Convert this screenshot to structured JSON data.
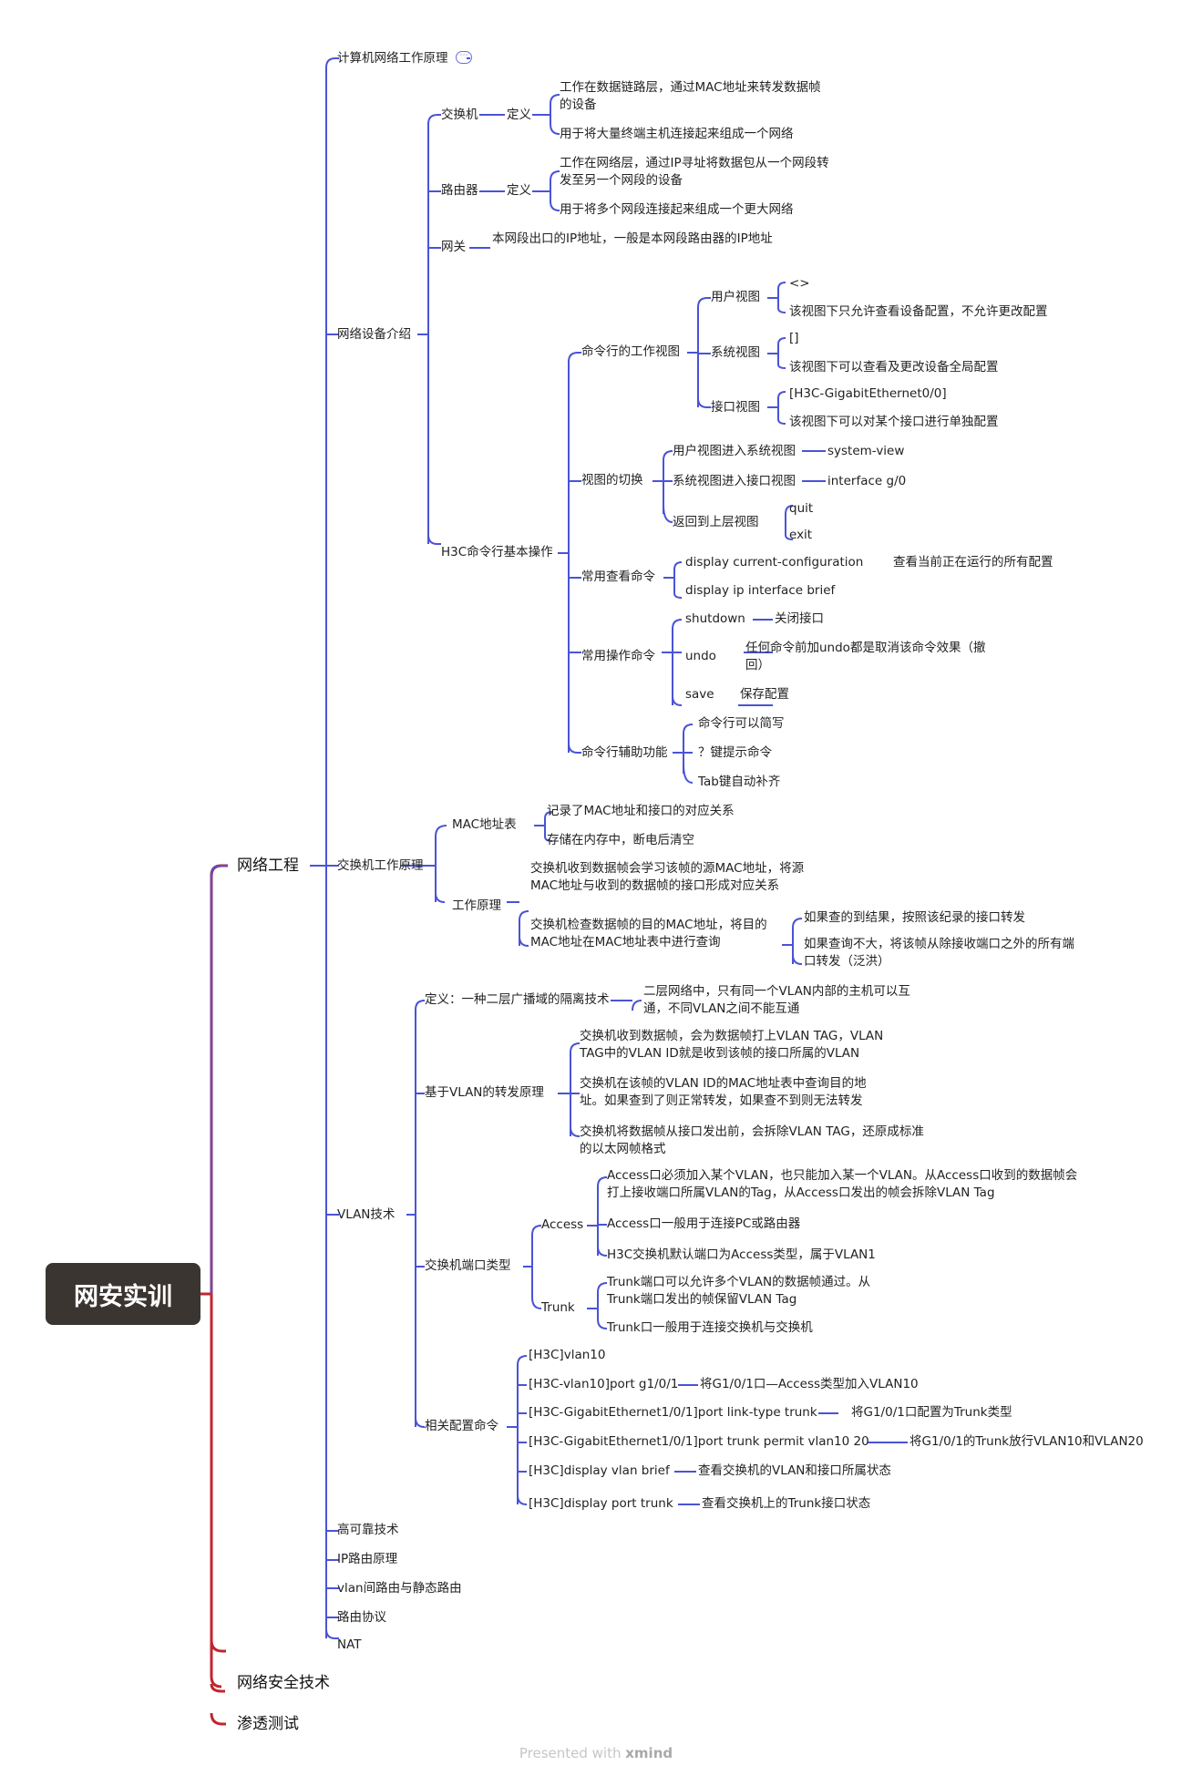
{
  "root": "网安实训",
  "level1": [
    "网络工程",
    "网络安全技术",
    "渗透测试"
  ],
  "net": {
    "principle": "计算机网络工作原理",
    "more": "⋯",
    "devices": "网络设备介绍",
    "switch_work": "交换机工作原理",
    "vlan": "VLAN技术",
    "ha": "高可靠技术",
    "ip_routing": "IP路由原理",
    "vlan_routing": "vlan间路由与静态路由",
    "routing_protocol": "路由协议",
    "nat": "NAT"
  },
  "dev": {
    "switch": "交换机",
    "switch_def": "定义",
    "switch_d1": "工作在数据链路层，通过MAC地址来转发数据帧的设备",
    "switch_d2": "用于将大量终端主机连接起来组成一个网络",
    "router": "路由器",
    "router_def": "定义",
    "router_d1": "工作在网络层，通过IP寻址将数据包从一个网段转发至另一个网段的设备",
    "router_d2": "用于将多个网段连接起来组成一个更大网络",
    "gateway": "网关",
    "gateway_d": "本网段出口的IP地址，一般是本网段路由器的IP地址",
    "h3c": "H3C命令行基本操作"
  },
  "h3c": {
    "views": "命令行的工作视图",
    "user_view": "用户视图",
    "user_p1": "<>",
    "user_p2": "该视图下只允许查看设备配置，不允许更改配置",
    "sys_view": "系统视图",
    "sys_p1": "[]",
    "sys_p2": "该视图下可以查看及更改设备全局配置",
    "if_view": "接口视图",
    "if_p1": "[H3C-GigabitEthernet0/0]",
    "if_p2": "该视图下可以对某个接口进行单独配置",
    "switching": "视图的切换",
    "sw1": "用户视图进入系统视图",
    "sw1c": "system-view",
    "sw2": "系统视图进入接口视图",
    "sw2c": "interface g/0",
    "sw3": "返回到上层视图",
    "sw3c1": "quit",
    "sw3c2": "exit",
    "view_cmds": "常用查看命令",
    "vc1": "display current-configuration",
    "vc1d": "查看当前正在运行的所有配置",
    "vc2": "display ip interface brief",
    "op_cmds": "常用操作命令",
    "oc1": "shutdown",
    "oc1d": "关闭接口",
    "oc2": "undo",
    "oc2d": "任何命令前加undo都是取消该命令效果（撤回）",
    "oc3": "save",
    "oc3d": "保存配置",
    "aux": "命令行辅助功能",
    "ax1": "命令行可以简写",
    "ax2": "？键提示命令",
    "ax3": "Tab键自动补齐"
  },
  "sw": {
    "mac_table": "MAC地址表",
    "mt1": "记录了MAC地址和接口的对应关系",
    "mt2": "存储在内存中，断电后清空",
    "principle": "工作原理",
    "p1": "交换机收到数据帧会学习该帧的源MAC地址，将源MAC地址与收到的数据帧的接口形成对应关系",
    "p2": "交换机检查数据帧的目的MAC地址，将目的MAC地址在MAC地址表中进行查询",
    "p2a": "如果查的到结果，按照该纪录的接口转发",
    "p2b": "如果查询不大，将该帧从除接收端口之外的所有端口转发（泛洪）"
  },
  "vlan": {
    "def": "定义：一种二层广播域的隔离技术",
    "def_d": "二层网络中，只有同一个VLAN内部的主机可以互通，不同VLAN之间不能互通",
    "fwd": "基于VLAN的转发原理",
    "f1": "交换机收到数据帧，会为数据帧打上VLAN TAG，VLAN TAG中的VLAN ID就是收到该帧的接口所属的VLAN",
    "f2": "交换机在该帧的VLAN ID的MAC地址表中查询目的地址。如果查到了则正常转发，如果查不到则无法转发",
    "f3": "交换机将数据帧从接口发出前，会拆除VLAN TAG，还原成标准的以太网帧格式",
    "port_types": "交换机端口类型",
    "access": "Access",
    "a1": "Access口必须加入某个VLAN，也只能加入某一个VLAN。从Access口收到的数据帧会打上接收端口所属VLAN的Tag，从Access口发出的帧会拆除VLAN Tag",
    "a2": "Access口一般用于连接PC或路由器",
    "a3": "H3C交换机默认端口为Access类型，属于VLAN1",
    "trunk": "Trunk",
    "t1": "Trunk端口可以允许多个VLAN的数据帧通过。从Trunk端口发出的帧保留VLAN Tag",
    "t2": "Trunk口一般用于连接交换机与交换机",
    "cfg": "相关配置命令",
    "c1": "[H3C]vlan10",
    "c2": "[H3C-vlan10]port g1/0/1",
    "c2d": "将G1/0/1口—Access类型加入VLAN10",
    "c3": "[H3C-GigabitEthernet1/0/1]port link-type trunk",
    "c3d": "将G1/0/1口配置为Trunk类型",
    "c4": "[H3C-GigabitEthernet1/0/1]port trunk permit vlan10 20",
    "c4d": "将G1/0/1的Trunk放行VLAN10和VLAN20",
    "c5": "[H3C]display vlan brief",
    "c5d": "查看交换机的VLAN和接口所属状态",
    "c6": "[H3C]display port trunk",
    "c6d": "查看交换机上的Trunk接口状态"
  },
  "footer": {
    "prefix": "Presented with ",
    "brand": "xmind"
  },
  "colors": {
    "root_bg": "#3b3531",
    "red": "#c0262f",
    "blue": "#4a53d6"
  }
}
